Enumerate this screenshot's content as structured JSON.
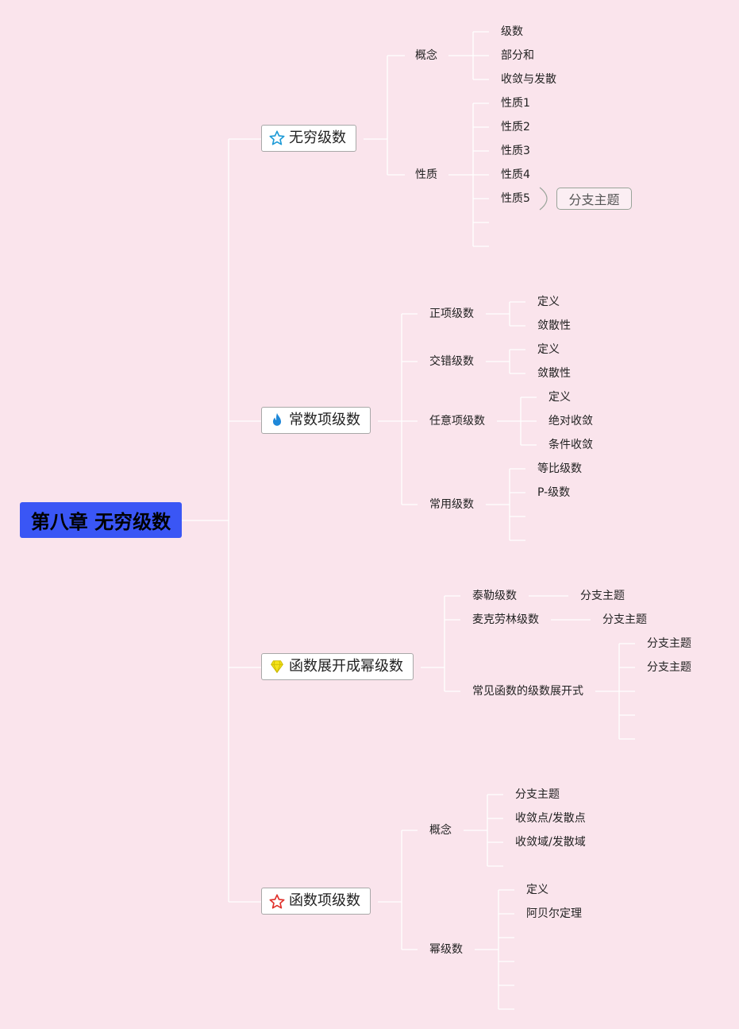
{
  "root": "第八章 无穷级数",
  "branch1": {
    "label": "无穷级数",
    "icon": "star-outline-icon",
    "concept": {
      "label": "概念",
      "items": [
        "级数",
        "部分和",
        "收敛与发散"
      ]
    },
    "property": {
      "label": "性质",
      "items": [
        "性质1",
        "性质2",
        "性质3",
        "性质4",
        "性质5"
      ]
    },
    "floating": "分支主题"
  },
  "branch2": {
    "label": "常数项级数",
    "icon": "flame-icon",
    "positive": {
      "label": "正项级数",
      "items": [
        "定义",
        "敛散性"
      ]
    },
    "alternating": {
      "label": "交错级数",
      "items": [
        "定义",
        "敛散性"
      ]
    },
    "arbitrary": {
      "label": "任意项级数",
      "items": [
        "定义",
        "绝对收敛",
        "条件收敛"
      ]
    },
    "common": {
      "label": "常用级数",
      "items": [
        "等比级数",
        "P-级数"
      ]
    }
  },
  "branch3": {
    "label": "函数展开成幂级数",
    "icon": "diamond-icon",
    "taylor": {
      "label": "泰勒级数",
      "child": "分支主题"
    },
    "maclaurin": {
      "label": "麦克劳林级数",
      "child": "分支主题"
    },
    "common": {
      "label": "常见函数的级数展开式",
      "items": [
        "分支主题",
        "分支主题"
      ]
    }
  },
  "branch4": {
    "label": "函数项级数",
    "icon": "star-red-icon",
    "concept": {
      "label": "概念",
      "items": [
        "分支主题",
        "收敛点/发散点",
        "收敛域/发散域"
      ]
    },
    "power": {
      "label": "幂级数",
      "items": [
        "定义",
        "阿贝尔定理"
      ]
    }
  },
  "colors": {
    "background": "#fae4ec",
    "root": "#3a56f5",
    "lines": "#ffffff"
  }
}
